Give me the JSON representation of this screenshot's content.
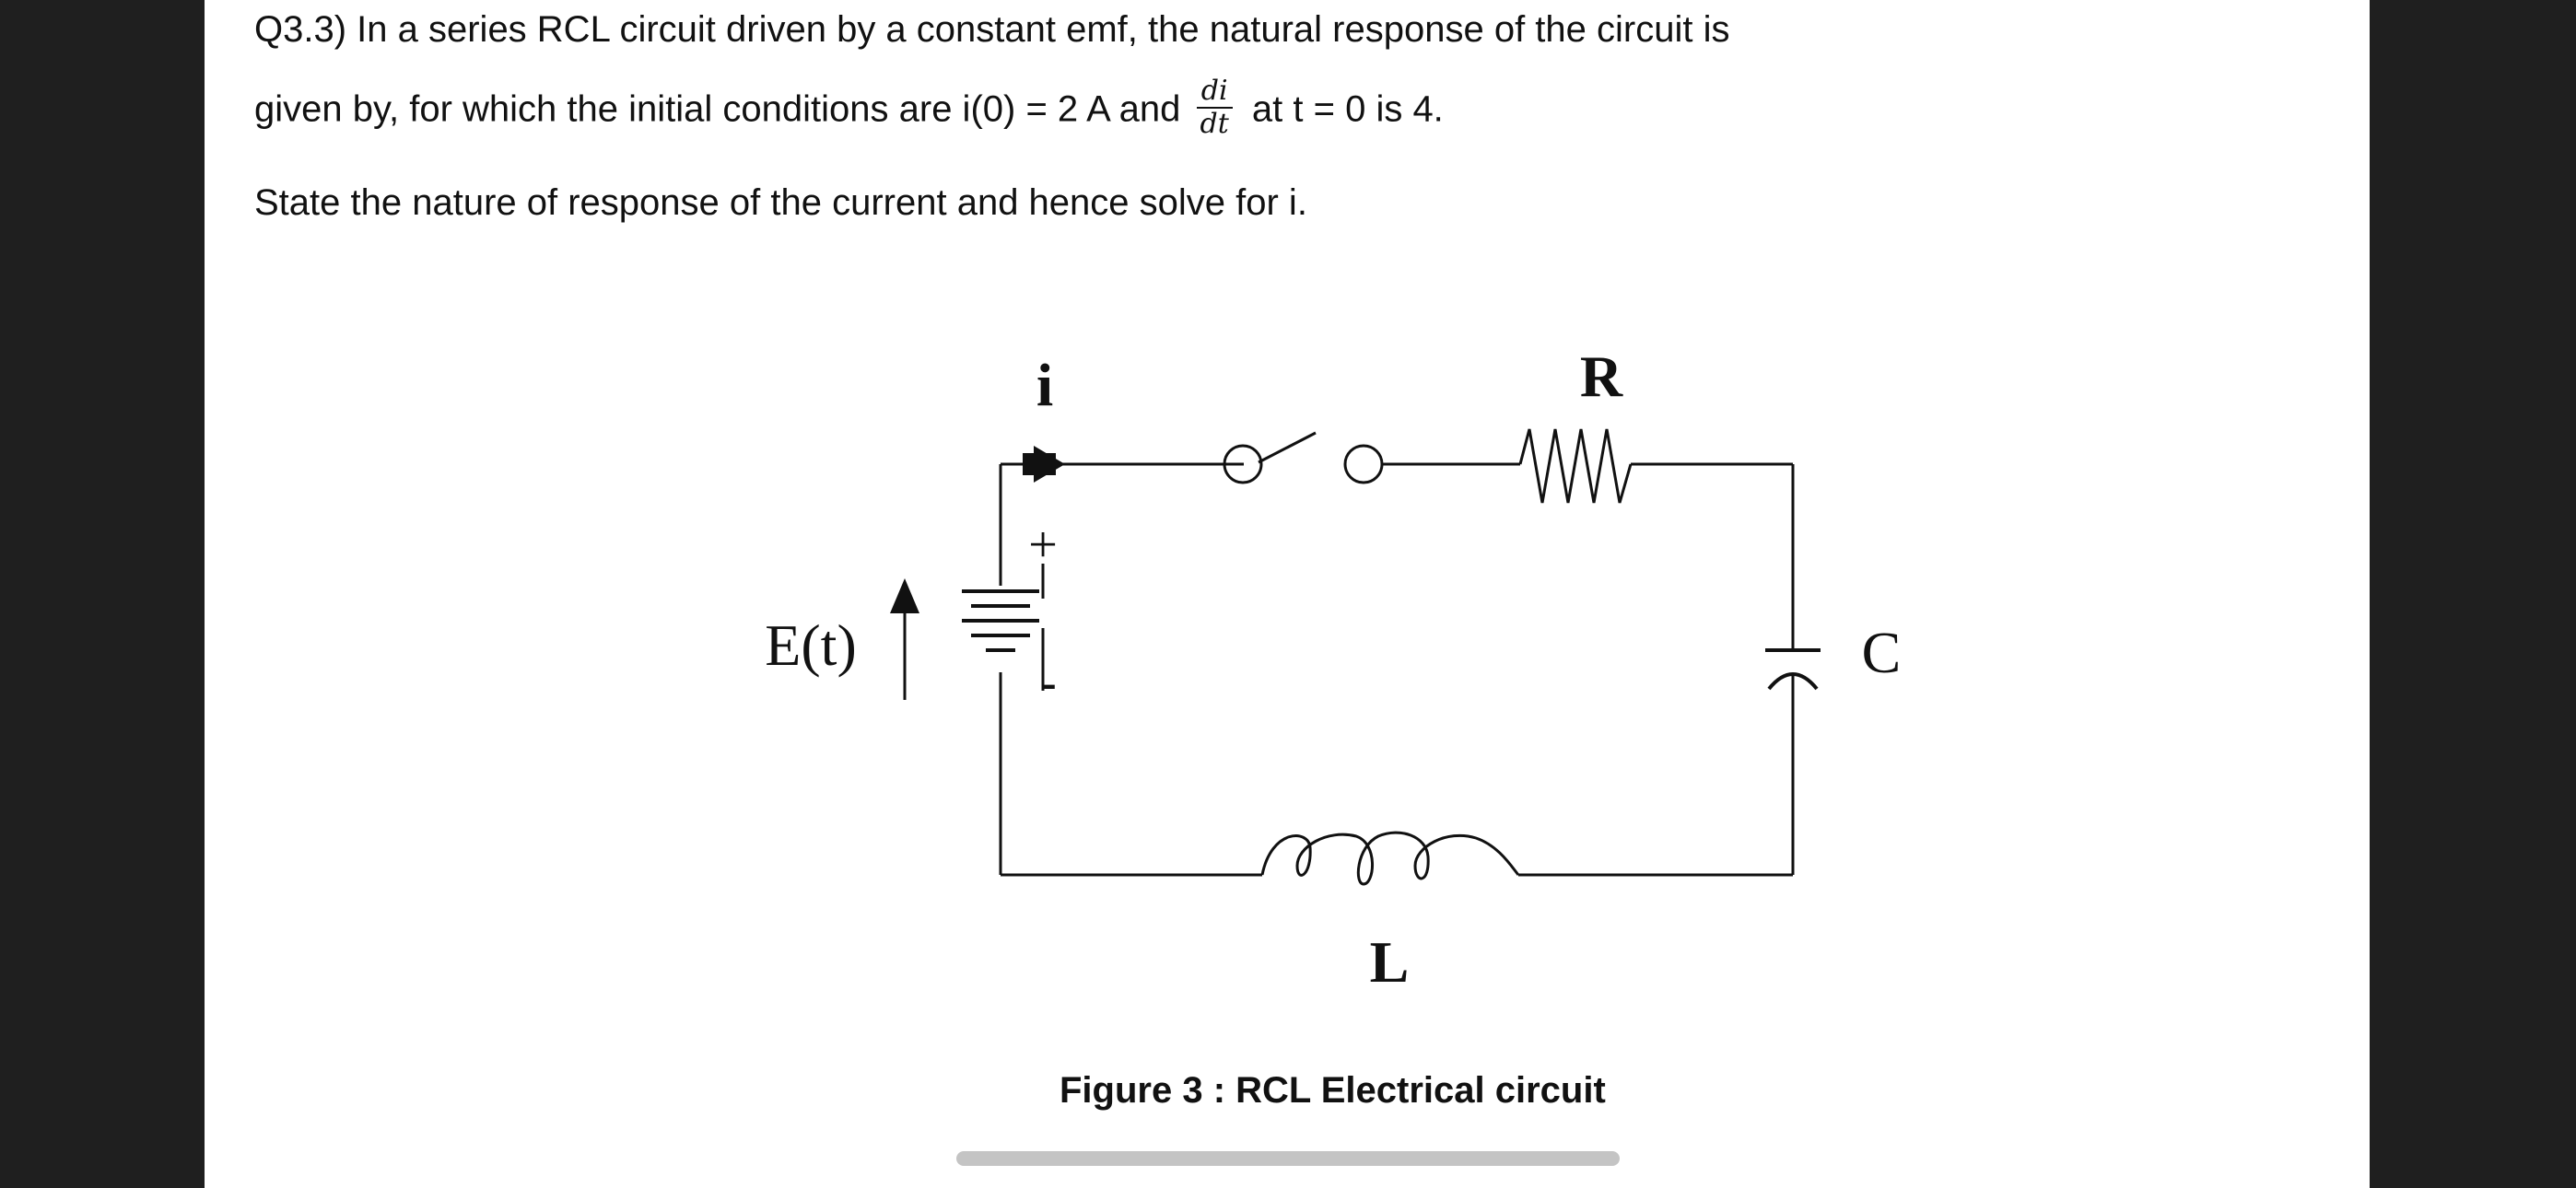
{
  "question": {
    "line1": "Q3.3) In a series RCL circuit driven by a constant emf, the natural response of the circuit is",
    "line2_before": "given by, for which the initial conditions are i(0) = 2 A and",
    "frac_num": "di",
    "frac_den": "dt",
    "line2_after": "at t = 0 is 4.",
    "line3": "State the nature of response of the current and hence solve for i."
  },
  "circuit": {
    "label_current": "i",
    "label_resistor": "R",
    "label_capacitor": "C",
    "label_inductor": "L",
    "label_source": "E(t)",
    "label_plus": "+",
    "label_minus": "-"
  },
  "figure": {
    "caption": "Figure 3 : RCL Electrical circuit"
  }
}
